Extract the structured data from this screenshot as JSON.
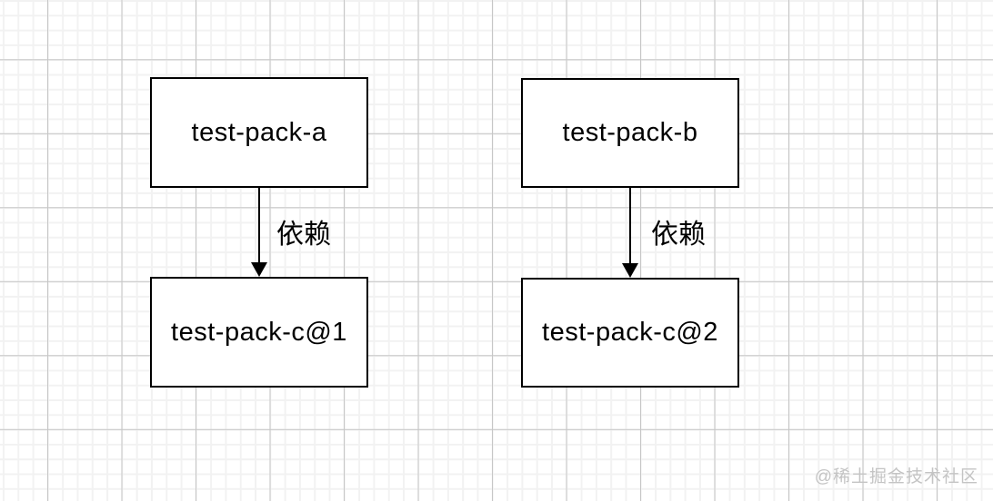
{
  "diagram": {
    "type": "dependency-graph",
    "nodes": [
      {
        "id": "a",
        "label": "test-pack-a"
      },
      {
        "id": "b",
        "label": "test-pack-b"
      },
      {
        "id": "c1",
        "label": "test-pack-c@1"
      },
      {
        "id": "c2",
        "label": "test-pack-c@2"
      }
    ],
    "edges": [
      {
        "from": "test-pack-a",
        "to": "test-pack-c@1",
        "label": "依赖",
        "direction": "down"
      },
      {
        "from": "test-pack-b",
        "to": "test-pack-c@2",
        "label": "依赖",
        "direction": "down"
      }
    ]
  },
  "watermark": {
    "text": "@稀土掘金技术社区"
  },
  "colors": {
    "background": "#ffffff",
    "node_fill": "#ffffff",
    "node_border": "#000000",
    "edge": "#000000",
    "grid_major": "#c6c6c6",
    "grid_minor": "#f2f2f2",
    "watermark": "#c4c4c4"
  }
}
